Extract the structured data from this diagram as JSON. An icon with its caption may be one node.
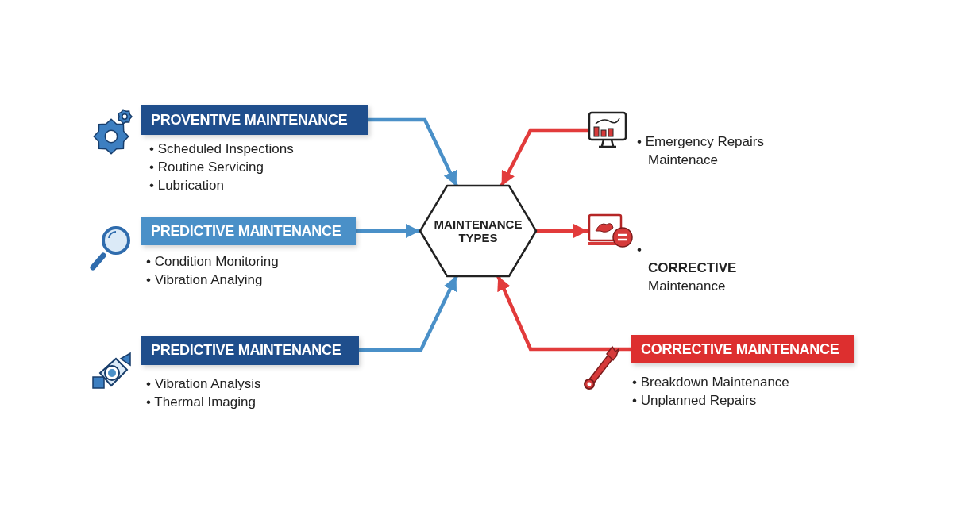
{
  "diagram": {
    "nodes": [
      {
        "text": [
          "MAINTENANCE TYPES"
        ]
      },
      {
        "text": [
          "PROVENTIVE MAINTENANCE"
        ],
        "beside": [
          "• Scheduled Inspections",
          "• Routine Servicing",
          "• Lubrication"
        ]
      },
      {
        "text": [
          "PREDICTIVE MAINTENANCE"
        ],
        "beside": [
          "• Condition Monitoring",
          "• Vibration Analying"
        ]
      },
      {
        "text": [
          "PREDICTIVE MAINTENANCE"
        ],
        "beside": [
          "• Vibration Analysis",
          "• Thermal Imaging"
        ]
      },
      {
        "text": [
          "CORRECTIVE MAINTENANCE"
        ],
        "beside": [
          "• Breakdown Maintenance",
          "• Unplanned Repairs"
        ]
      },
      {
        "text": [],
        "shape": "picture",
        "beside": [
          "• Emergency Repairs Maintenace"
        ]
      },
      {
        "text": [],
        "shape": "picture",
        "beside": [
          "• **CORRECTIVE** Maintenance"
        ]
      }
    ],
    "edges": [
      {
        "from": 1,
        "to": 0,
        "arrow": "to"
      },
      {
        "from": 2,
        "to": 0,
        "arrow": "to"
      },
      {
        "from": 3,
        "to": 0,
        "arrow": "to"
      },
      {
        "from": 5,
        "to": 0,
        "arrow": "to",
        "color": "#e23b3b"
      },
      {
        "from": 0,
        "to": 6,
        "arrow": "to",
        "color": "#e23b3b"
      },
      {
        "from": 4,
        "to": 0,
        "arrow": "to",
        "color": "#e23b3b"
      }
    ]
  }
}
